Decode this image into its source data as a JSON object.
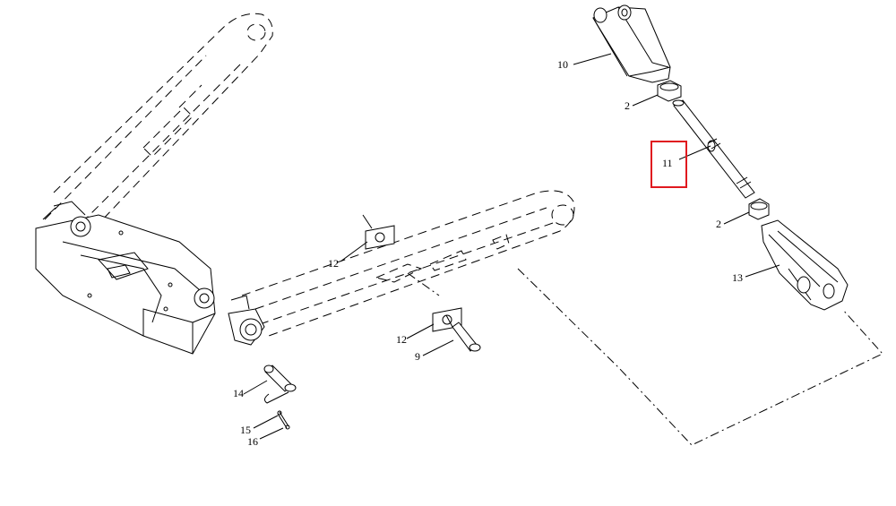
{
  "callouts": {
    "c10": "10",
    "c2_top": "2",
    "c11": "11",
    "c2_bottom": "2",
    "c13": "13",
    "c12_top": "12",
    "c12_bottom": "12",
    "c9": "9",
    "c14": "14",
    "c15": "15",
    "c16": "16"
  },
  "colors": {
    "line": "#000000",
    "background": "#ffffff",
    "highlight": "#e0191f"
  },
  "highlighted_part": "11"
}
